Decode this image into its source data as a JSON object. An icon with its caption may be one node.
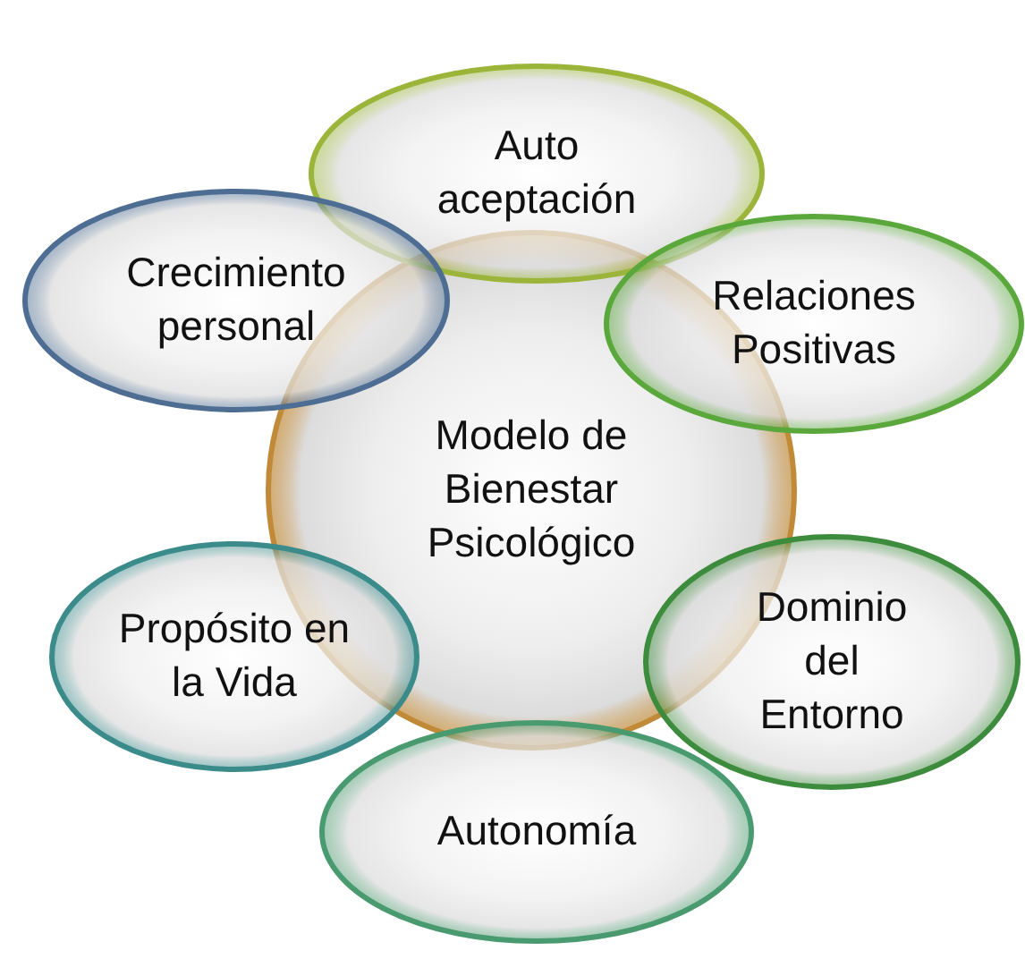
{
  "diagram": {
    "nodes": [
      {
        "text": [
          "Modelo de Bienestar Psicológico"
        ]
      },
      {
        "text": [
          "Auto aceptación"
        ]
      },
      {
        "text": [
          "Crecimiento personal"
        ]
      },
      {
        "text": [
          "Relaciones Positivas"
        ]
      },
      {
        "text": [
          "Propósito en la Vida"
        ]
      },
      {
        "text": [
          "Dominio del Entorno"
        ]
      },
      {
        "text": [
          "Autonomía"
        ]
      }
    ]
  }
}
